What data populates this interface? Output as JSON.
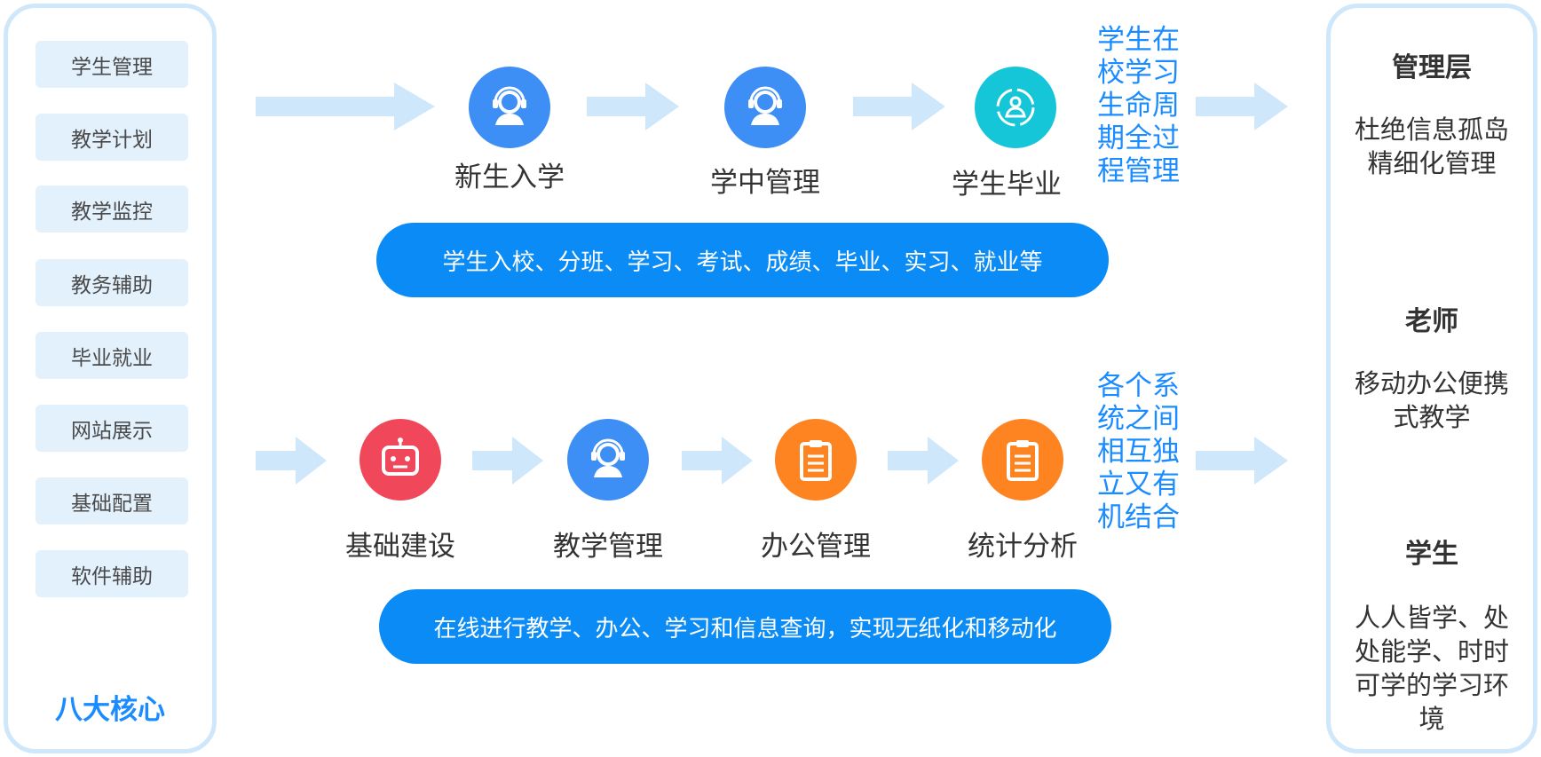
{
  "core": {
    "items": [
      "学生管理",
      "教学计划",
      "教学监控",
      "教务辅助",
      "毕业就业",
      "网站展示",
      "基础配置",
      "软件辅助"
    ],
    "title": "八大核心"
  },
  "row1": {
    "nodes": [
      {
        "label": "新生入学",
        "icon": "headset-user-icon",
        "color": "#3d8ff5"
      },
      {
        "label": "学中管理",
        "icon": "headset-user-icon",
        "color": "#3d8ff5"
      },
      {
        "label": "学生毕业",
        "icon": "user-cycle-icon",
        "color": "#14c6d8"
      }
    ],
    "summary": "学生在校学习生命周期全过程管理",
    "pill": "学生入校、分班、学习、考试、成绩、毕业、实习、就业等"
  },
  "row2": {
    "nodes": [
      {
        "label": "基础建设",
        "icon": "robot-icon",
        "color": "#f0485a"
      },
      {
        "label": "教学管理",
        "icon": "headset-user-icon",
        "color": "#3d8ff5"
      },
      {
        "label": "办公管理",
        "icon": "clipboard-icon",
        "color": "#fd8421"
      },
      {
        "label": "统计分析",
        "icon": "clipboard-icon",
        "color": "#fd8421"
      }
    ],
    "summary": "各个系统之间相互独立又有机结合",
    "pill": "在线进行教学、办公、学习和信息查询，实现无纸化和移动化"
  },
  "right": {
    "management": {
      "title": "管理层",
      "text": "杜绝信息孤岛精细化管理"
    },
    "teacher": {
      "title": "老师",
      "text": "移动办公便携式教学"
    },
    "student": {
      "title": "学生",
      "text": "人人皆学、处处能学、时时可学的学习环境"
    }
  },
  "colors": {
    "arrow": "#cfe7fb",
    "accent": "#1a8cff",
    "pill": "#0a8bf5",
    "panel_border": "#cfe7fb",
    "core_bg": "#e3f1fd"
  }
}
